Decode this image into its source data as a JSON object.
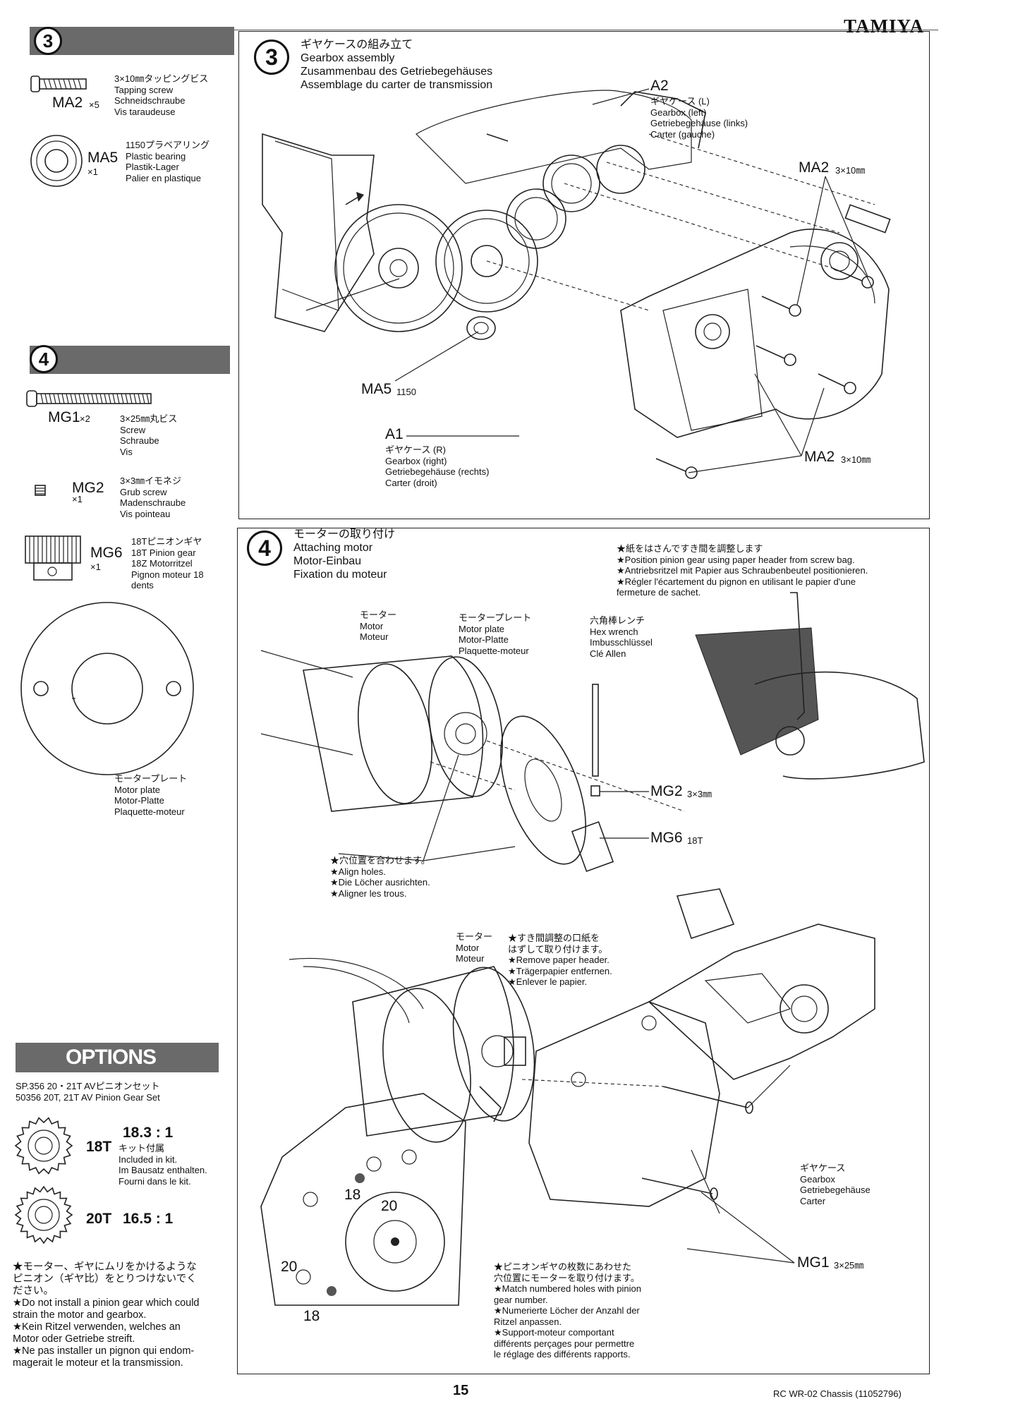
{
  "header": {
    "brand": "TAMIYA"
  },
  "left": {
    "step3_num": "3",
    "ma2": {
      "code": "MA2",
      "qty": "×5",
      "desc": "3×10㎜タッピングビス\nTapping screw\nSchneidschraube\nVis taraudeuse"
    },
    "ma5": {
      "code": "MA5",
      "qty": "×1",
      "desc": "1150プラベアリング\nPlastic bearing\nPlastik-Lager\nPalier en plastique"
    },
    "step4_num": "4",
    "mg1": {
      "code": "MG1",
      "qty": "×2",
      "desc": "3×25㎜丸ビス\nScrew\nSchraube\nVis"
    },
    "mg2": {
      "code": "MG2",
      "qty": "×1",
      "desc": "3×3㎜イモネジ\nGrub screw\nMadenschraube\nVis pointeau"
    },
    "mg6": {
      "code": "MG6",
      "qty": "×1",
      "desc": "18Tピニオンギヤ\n18T Pinion gear\n18Z Motorritzel\nPignon moteur 18\ndents"
    },
    "motor_plate": "モータープレート\nMotor plate\nMotor-Platte\nPlaquette-moteur",
    "options_title": "OPTIONS",
    "options_item": "SP.356 20・21T AVピニオンセット\n50356 20T, 21T AV Pinion Gear Set",
    "opt18": {
      "teeth": "18T",
      "ratio": "18.3 : 1",
      "note": "キット付属\nIncluded in kit.\nIm Bausatz enthalten.\nFourni dans le kit."
    },
    "opt20": {
      "teeth": "20T",
      "ratio": "16.5 : 1"
    },
    "warning": "★モーター、ギヤにムリをかけるような\nピニオン（ギヤ比）をとりつけないでく\nださい。\n★Do not install a pinion gear which could\nstrain the motor and gearbox.\n★Kein Ritzel verwenden, welches an\nMotor oder Getriebe streift.\n★Ne pas installer un pignon qui endom-\nmagerait le moteur et la transmission."
  },
  "step3": {
    "num": "3",
    "title": "ギヤケースの組み立て\nGearbox assembly\nZusammenbau des Getriebegehäuses\nAssemblage du carter de transmission",
    "a2": {
      "code": "A2",
      "desc": "ギヤケース (L)\nGearbox (left)\nGetriebegehäuse (links)\nCarter (gauche)"
    },
    "ma2_top": {
      "code": "MA2",
      "size": "3×10㎜"
    },
    "ma5": {
      "code": "MA5",
      "size": "1150"
    },
    "a1": {
      "code": "A1",
      "desc": "ギヤケース (R)\nGearbox (right)\nGetriebegehäuse (rechts)\nCarter (droit)"
    },
    "ma2_bottom": {
      "code": "MA2",
      "size": "3×10㎜"
    }
  },
  "step4": {
    "num": "4",
    "title": "モーターの取り付け\nAttaching motor\nMotor-Einbau\nFixation du moteur",
    "paper_note": "★紙をはさんですき間を調整します\n★Position pinion gear using paper header from screw bag.\n★Antriebsritzel mit Papier aus Schraubenbeutel positionieren.\n★Régler l'écartement du pignon en utilisant le papier d'une\nfermeture de sachet.",
    "motor": "モーター\nMotor\nMoteur",
    "motor_plate": "モータープレート\nMotor plate\nMotor-Platte\nPlaquette-moteur",
    "hex": "六角棒レンチ\nHex wrench\nImbusschlüssel\nClé Allen",
    "mg2": {
      "code": "MG2",
      "size": "3×3㎜"
    },
    "mg6": {
      "code": "MG6",
      "size": "18T"
    },
    "align": "★穴位置を合わせます。\n★Align holes.\n★Die Löcher ausrichten.\n★Aligner les trous.",
    "motor2": "モーター\nMotor\nMoteur",
    "remove_paper": "★すき間調整の口紙を\nはずして取り付けます。\n★Remove paper header.\n★Trägerpapier entfernen.\n★Enlever le papier.",
    "gearbox": "ギヤケース\nGearbox\nGetriebegehäuse\nCarter",
    "mg1": {
      "code": "MG1",
      "size": "3×25㎜"
    },
    "hole18a": "18",
    "hole20a": "20",
    "hole20b": "20",
    "hole18b": "18",
    "match_note": "★ピニオンギヤの枚数にあわせた\n穴位置にモーターを取り付けます。\n★Match numbered holes with pinion\ngear number.\n★Numerierte Löcher der Anzahl der\nRitzel anpassen.\n★Support-moteur comportant\ndifférents perçages pour permettre\nle réglage des différents rapports."
  },
  "footer": {
    "page": "15",
    "model": "RC WR-02 Chassis (11052796)"
  }
}
